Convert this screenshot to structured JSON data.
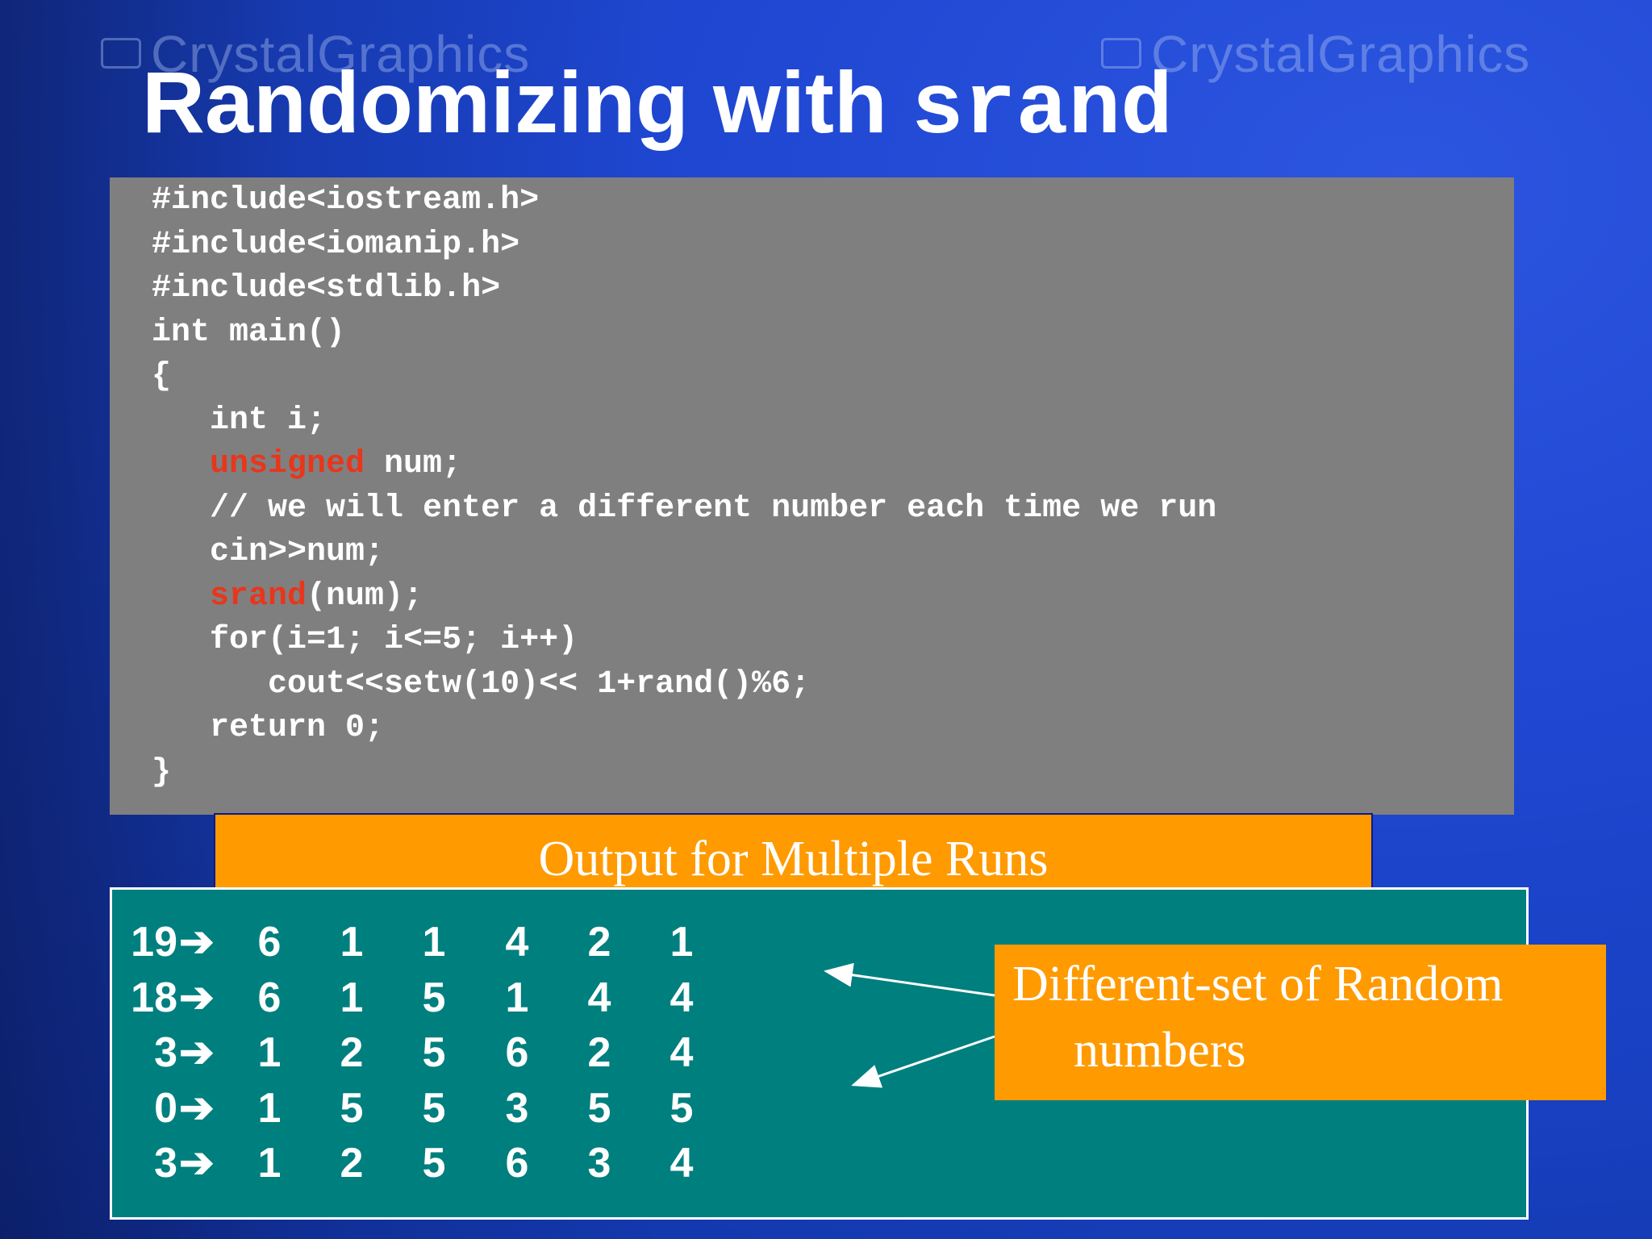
{
  "watermark": {
    "brand": "CrystalGraphics",
    "fragment": "cs"
  },
  "slide": {
    "title_text": "Randomizing with ",
    "title_code": "srand"
  },
  "code_lines": [
    [
      {
        "t": "#include<iostream.h>"
      }
    ],
    [
      {
        "t": "#include<iomanip.h>"
      }
    ],
    [
      {
        "t": "#include<stdlib.h>"
      }
    ],
    [
      {
        "t": "int main()"
      }
    ],
    [
      {
        "t": "{"
      }
    ],
    [
      {
        "t": "   int i;"
      }
    ],
    [
      {
        "t": "   "
      },
      {
        "t": "unsigned",
        "kw": true
      },
      {
        "t": " num;"
      }
    ],
    [
      {
        "t": "   // we will enter a different number each time we run"
      }
    ],
    [
      {
        "t": "   cin>>num;"
      }
    ],
    [
      {
        "t": "   "
      },
      {
        "t": "srand",
        "kw": true
      },
      {
        "t": "(num);"
      }
    ],
    [
      {
        "t": "   for(i=1; i<=5; i++)"
      }
    ],
    [
      {
        "t": "      cout<<setw(10)<< 1+rand()%6;"
      }
    ],
    [
      {
        "t": "   return 0;"
      }
    ],
    [
      {
        "t": "}"
      }
    ]
  ],
  "output": {
    "label": "Output for Multiple Runs",
    "arrow_glyph": "➔",
    "runs": [
      {
        "seed": "19",
        "values": [
          "6",
          "1",
          "1",
          "4",
          "2",
          "1"
        ]
      },
      {
        "seed": "18",
        "values": [
          "6",
          "1",
          "5",
          "1",
          "4",
          "4"
        ]
      },
      {
        "seed": "3",
        "values": [
          "1",
          "2",
          "5",
          "6",
          "2",
          "4"
        ]
      },
      {
        "seed": "0",
        "values": [
          "1",
          "5",
          "5",
          "3",
          "5",
          "5"
        ]
      },
      {
        "seed": "3",
        "values": [
          "1",
          "2",
          "5",
          "6",
          "3",
          "4"
        ]
      }
    ]
  },
  "callout": {
    "line1": "Different-set of Random",
    "line2": "numbers"
  },
  "colors": {
    "code_keyword": "#e8361a",
    "code_panel": "#807f80",
    "output_panel": "#007f7f",
    "label_orange": "#ff9a00"
  }
}
